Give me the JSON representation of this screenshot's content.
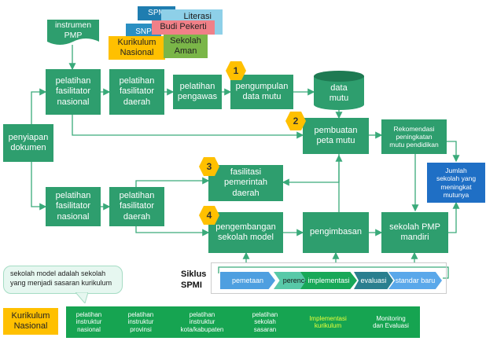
{
  "colors": {
    "green": "#2e9e6e",
    "dark_green": "#1e7a52",
    "blue": "#1f6fc5",
    "orange": "#ffc000",
    "line": "#3aaa7a"
  },
  "top": {
    "spm": "SPM",
    "literasi": "Literasi",
    "snp": "SNP",
    "budi_pekerti": "Budi Pekerti",
    "kurikulum_nasional": "Kurikulum\nNasional",
    "sekolah_aman": "Sekolah\nAman"
  },
  "nodes": {
    "instrumen_pmp": "instrumen\nPMP",
    "pelatihan_fasilitator_nasional_1": "pelatihan\nfasilitator\nnasional",
    "pelatihan_fasilitator_daerah_1": "pelatihan\nfasilitator\ndaerah",
    "pelatihan_pengawas": "pelatihan\npengawas",
    "pengumpulan_data_mutu": "pengumpulan\ndata mutu",
    "data_mutu": "data\nmutu",
    "penyiapan_dokumen": "penyiapan\ndokumen",
    "pembuatan_peta_mutu": "pembuatan\npeta mutu",
    "rekomendasi": "Rekomendasi\npeningkatan\nmutu pendidikan",
    "jumlah_sekolah": "Jumlah\nsekolah yang\nmeningkat\nmutunya",
    "fasilitasi_pemda": "fasilitasi\npemerintah\ndaerah",
    "pelatihan_fasilitator_nasional_2": "pelatihan\nfasilitator\nnasional",
    "pelatihan_fasilitator_daerah_2": "pelatihan\nfasilitator\ndaerah",
    "pengembangan_sekolah_model": "pengembangan\nsekolah model",
    "pengimbasan": "pengimbasan",
    "sekolah_pmp_mandiri": "sekolah PMP\nmandiri"
  },
  "badges": [
    "1",
    "2",
    "3",
    "4"
  ],
  "siklus": {
    "title": "Siklus\nSPMI",
    "steps": [
      "pemetaan",
      "perencanaan",
      "implementasi",
      "evaluasi",
      "standar baru"
    ]
  },
  "note": "sekolah model adalah sekolah\nyang menjadi sasaran kurikulum",
  "bottom": {
    "kurikulum": "Kurikulum\nNasional",
    "steps": [
      "pelatihan\ninstruktur\nnasional",
      "pelatihan\ninstruktur\nprovinsi",
      "pelatihan\ninstruktur\nkota/kabupaten",
      "pelatihan\nsekolah\nsasaran",
      "Implementasi\nkurikulum",
      "Monitoring\ndan Evaluasi"
    ]
  }
}
